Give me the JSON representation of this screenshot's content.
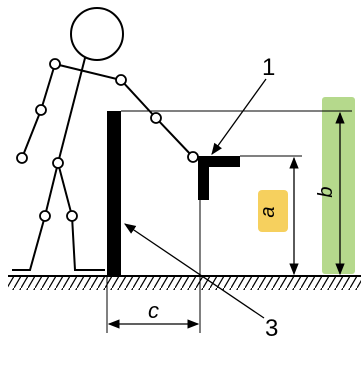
{
  "labels": {
    "part_1": "1",
    "part_3": "3",
    "dim_a": "a",
    "dim_b": "b",
    "dim_c": "c"
  },
  "colors": {
    "line": "#000000",
    "highlight_a": "#f5c842",
    "highlight_b": "#9ccc65"
  }
}
